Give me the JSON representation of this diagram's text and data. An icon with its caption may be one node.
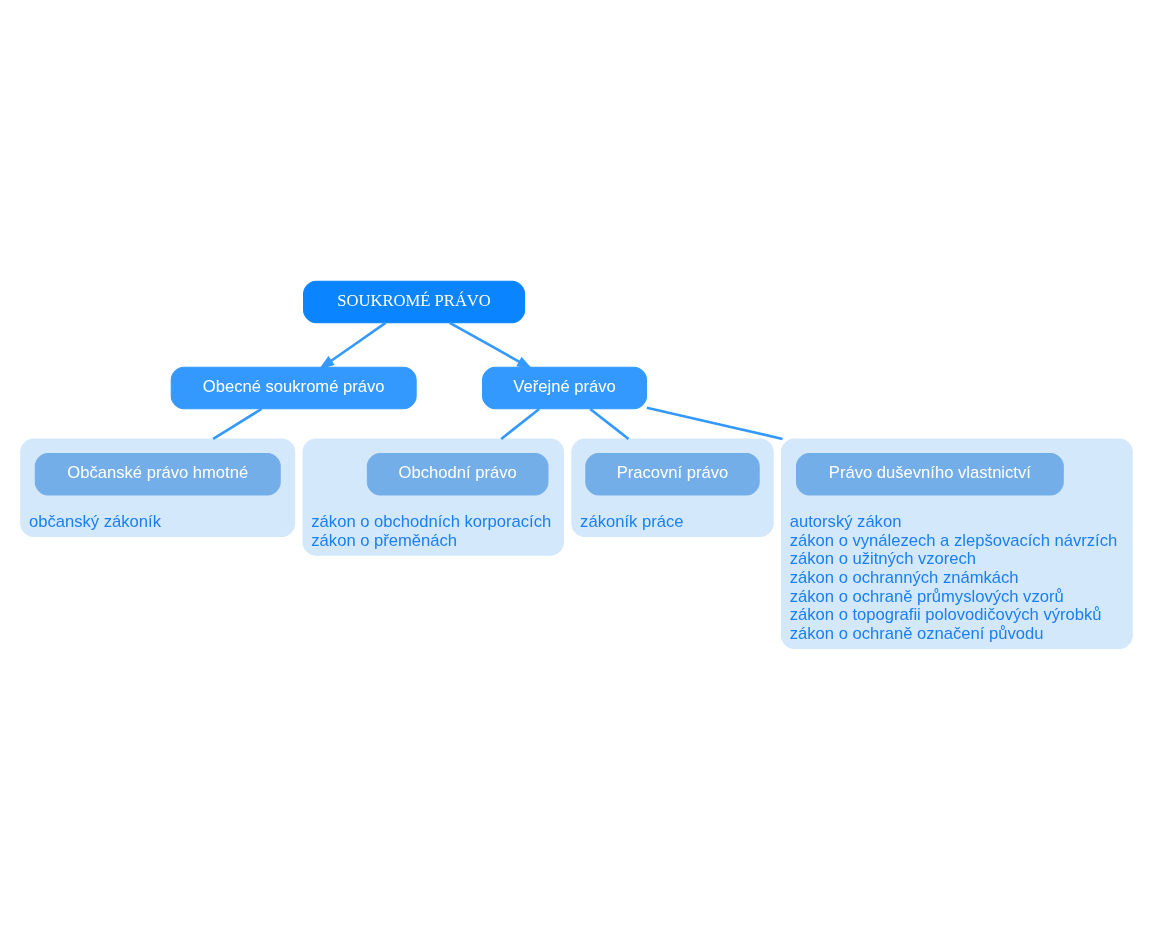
{
  "diagram": {
    "nodes": [
      {
        "text": [
          "SOUKROMÉ PRÁVO"
        ]
      },
      {
        "text": [
          "Obecné soukromé právo"
        ]
      },
      {
        "text": [
          "Veřejné právo"
        ]
      },
      {
        "text": [
          "občanský zákoník"
        ]
      },
      {
        "text": [
          "Občanské právo hmotné"
        ],
        "in": 3
      },
      {
        "text": [
          "zákon o obchodních korporacích",
          "zákon o přeměnách"
        ]
      },
      {
        "text": [
          "Obchodní právo"
        ],
        "in": 5
      },
      {
        "text": [
          "zákoník práce"
        ]
      },
      {
        "text": [
          "Pracovní právo"
        ],
        "in": 7
      },
      {
        "text": [
          "autorský zákon",
          "zákon o vynálezech a zlepšovacích návrzích",
          "zákon o užitných vzorech",
          "zákon o ochranných známkách",
          "zákon o ochraně průmyslových vzorů",
          "zákon o topografii polovodičových výrobků",
          "zákon o ochraně označení původu"
        ]
      },
      {
        "text": [
          "Právo duševního vlastnictví"
        ],
        "in": 9
      }
    ],
    "edges": [
      {
        "from": 0,
        "to": 1,
        "arrow": "to"
      },
      {
        "from": 0,
        "to": 2,
        "arrow": "to"
      },
      {
        "from": 1,
        "to": 3,
        "arrow": "none"
      },
      {
        "from": 2,
        "to": 5,
        "arrow": "none"
      },
      {
        "from": 2,
        "to": 7,
        "arrow": "none"
      },
      {
        "from": 2,
        "to": 9,
        "arrow": "none"
      }
    ]
  }
}
